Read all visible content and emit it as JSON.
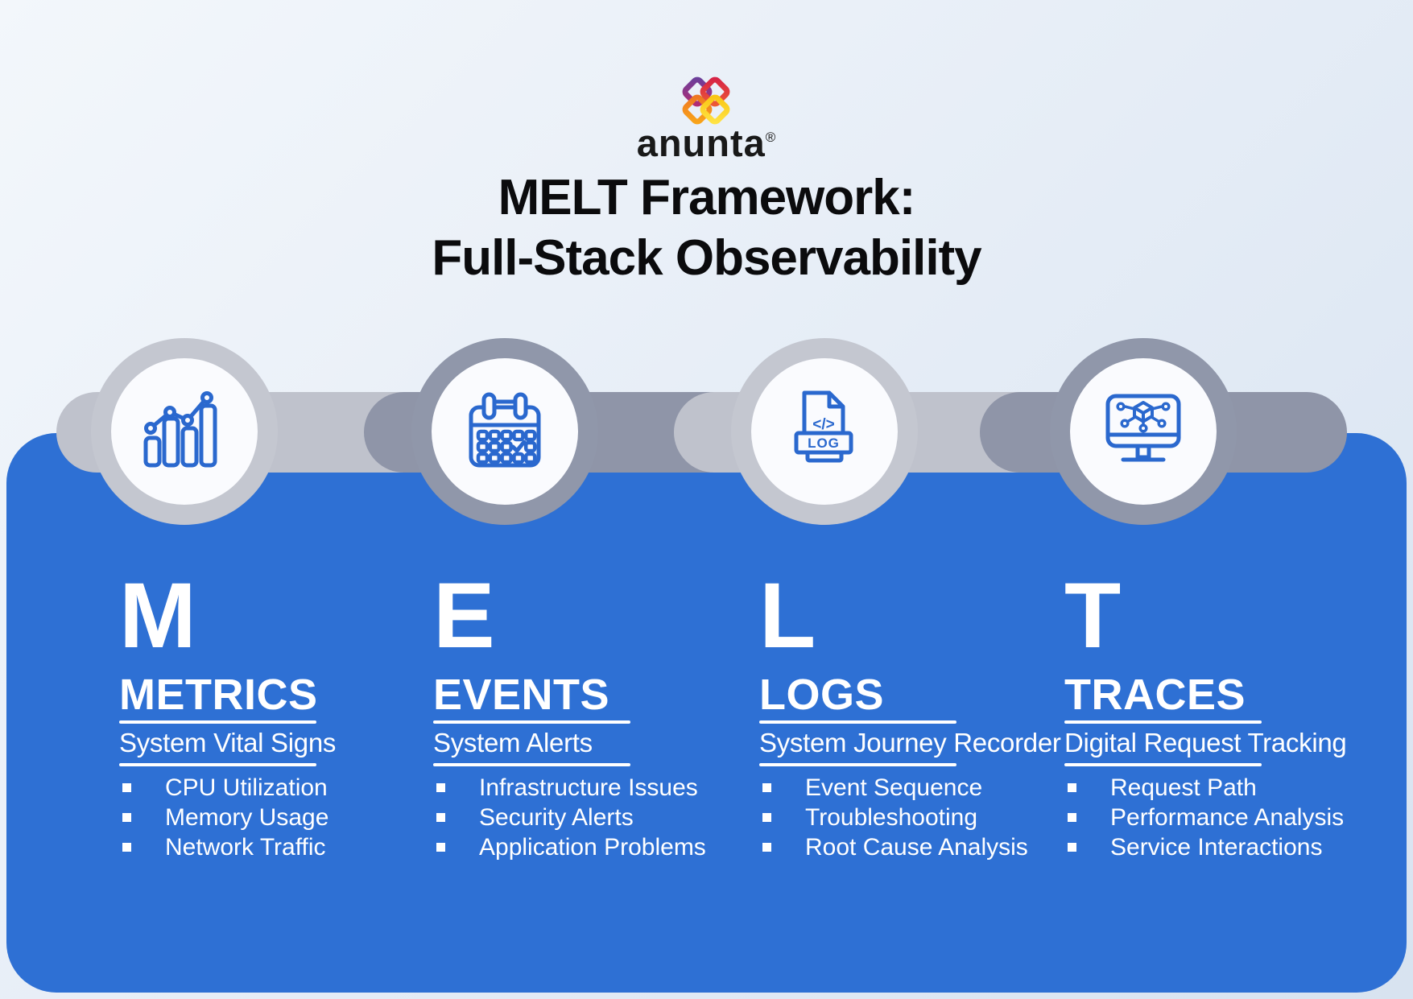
{
  "brand": {
    "name": "anunta",
    "registered": "®"
  },
  "title": {
    "line1": "MELT Framework:",
    "line2": "Full-Stack Observability"
  },
  "colors": {
    "panel_blue": "#2E70D4",
    "icon_blue": "#2A68CE",
    "capsule_light": "#BFC2CC",
    "capsule_dark": "#8F95A8",
    "ring_light": "#C4C7D0",
    "ring_dark": "#9097AA",
    "circle_fill": "#FAFBFE",
    "title_text": "#0B0B0D",
    "column_text": "#FFFFFF",
    "logo_purple": "#6B3F9B",
    "logo_red": "#D62246",
    "logo_orange": "#EE7623",
    "logo_yellow": "#F9C513"
  },
  "columns": [
    {
      "letter": "M",
      "heading": "METRICS",
      "subtitle": "System Vital Signs",
      "icon": "bar-chart-icon",
      "bullets": [
        "CPU Utilization",
        "Memory Usage",
        "Network Traffic"
      ]
    },
    {
      "letter": "E",
      "heading": "EVENTS",
      "subtitle": "System Alerts",
      "icon": "calendar-icon",
      "bullets": [
        "Infrastructure Issues",
        "Security Alerts",
        "Application Problems"
      ]
    },
    {
      "letter": "L",
      "heading": "LOGS",
      "subtitle": "System Journey Recorder",
      "icon": "log-file-icon",
      "bullets": [
        "Event Sequence",
        "Troubleshooting",
        "Root Cause Analysis"
      ]
    },
    {
      "letter": "T",
      "heading": "TRACES",
      "subtitle": "Digital Request Tracking",
      "icon": "monitor-network-icon",
      "bullets": [
        "Request Path",
        "Performance Analysis",
        "Service Interactions"
      ]
    }
  ]
}
